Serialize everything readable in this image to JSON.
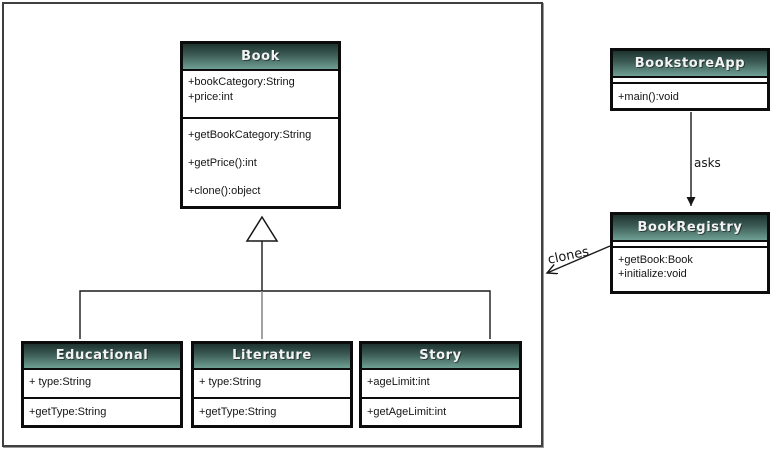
{
  "diagram_type": "uml-class-diagram",
  "classes": {
    "book": {
      "title": "Book",
      "attributes": [
        "+bookCategory:String",
        "+price:int"
      ],
      "methods": [
        "+getBookCategory:String",
        "+getPrice():int",
        "+clone():object"
      ]
    },
    "educational": {
      "title": "Educational",
      "attributes": [
        "+ type:String"
      ],
      "methods": [
        "+getType:String"
      ]
    },
    "literature": {
      "title": "Literature",
      "attributes": [
        "+ type:String"
      ],
      "methods": [
        "+getType:String"
      ]
    },
    "story": {
      "title": "Story",
      "attributes": [
        "+ageLimit:int"
      ],
      "methods": [
        "+getAgeLimit:int"
      ]
    },
    "bookstore_app": {
      "title": "BookstoreApp",
      "attributes": [],
      "methods": [
        "+main():void"
      ]
    },
    "book_registry": {
      "title": "BookRegistry",
      "attributes": [],
      "methods": [
        "+getBook:Book",
        "+initialize:void"
      ]
    }
  },
  "relations": [
    {
      "type": "directed-association",
      "from": "BookstoreApp",
      "to": "BookRegistry",
      "label": "asks"
    },
    {
      "type": "directed-association",
      "from": "BookRegistry",
      "to": "book-hierarchy-frame",
      "label": "clones"
    },
    {
      "type": "generalization",
      "parent": "Book",
      "children": [
        "Educational",
        "Literature",
        "Story"
      ]
    }
  ],
  "colors": {
    "header_gradient_top": "#1e332e",
    "header_gradient_bottom": "#6f9f94",
    "header_text": "#f3f3f3",
    "box_border": "#0c0c0c",
    "connector": "#1a1a1a",
    "connector_muted": "#8a8a8a",
    "frame_border": "#3f3f3f",
    "background": "#ffffff"
  }
}
